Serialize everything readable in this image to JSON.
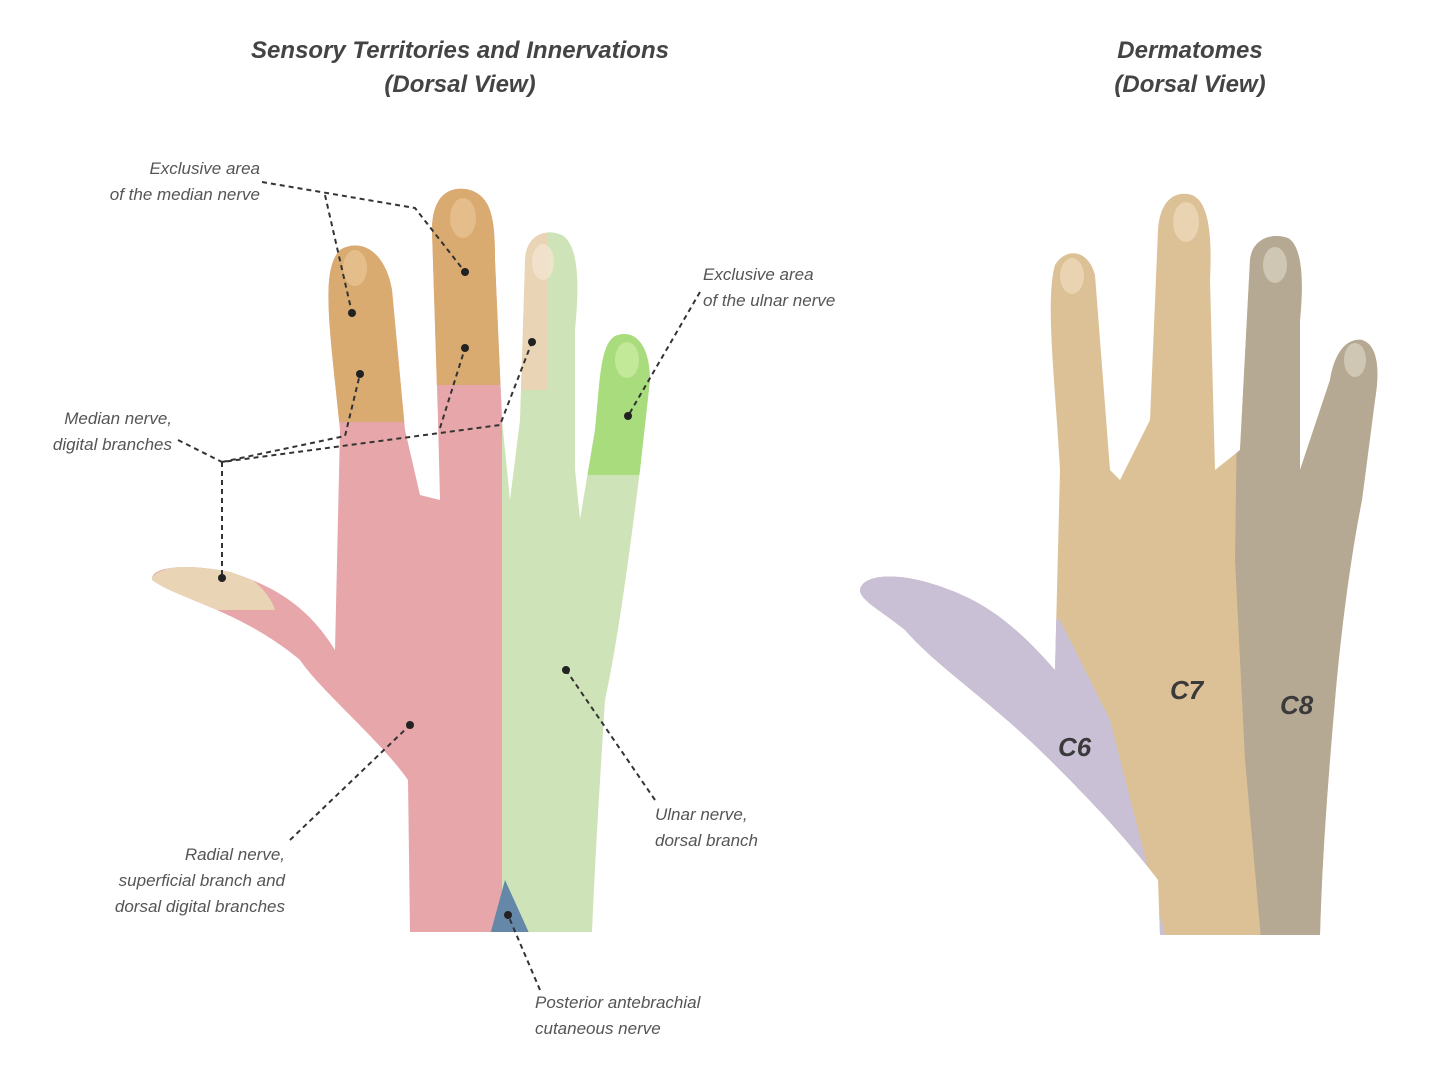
{
  "left_panel": {
    "title_line1": "Sensory Territories and Innervations",
    "title_line2": "(Dorsal View)",
    "labels": {
      "median_exclusive": [
        "Exclusive area",
        "of the median nerve"
      ],
      "ulnar_exclusive": [
        "Exclusive area",
        "of the ulnar nerve"
      ],
      "median_digital": [
        "Median nerve,",
        "digital branches"
      ],
      "radial": [
        "Radial nerve,",
        "superficial branch and",
        "dorsal digital branches"
      ],
      "ulnar_dorsal": [
        "Ulnar nerve,",
        "dorsal branch"
      ],
      "posterior_antebrachial": [
        "Posterior antebrachial",
        "cutaneous nerve"
      ]
    },
    "colors": {
      "radial": "#e7a7aa",
      "ulnar": "#cfe3b8",
      "ulnar_exclusive": "#a8dc7c",
      "median_tips": "#d9ab70",
      "median_light": "#e9d4b6",
      "posterior": "#6688a8"
    }
  },
  "right_panel": {
    "title_line1": "Dermatomes",
    "title_line2": "(Dorsal View)",
    "dermatomes": [
      "C6",
      "C7",
      "C8"
    ],
    "colors": {
      "C6": "#c9c0d6",
      "C7": "#dcc197",
      "C8": "#b6a993"
    }
  }
}
